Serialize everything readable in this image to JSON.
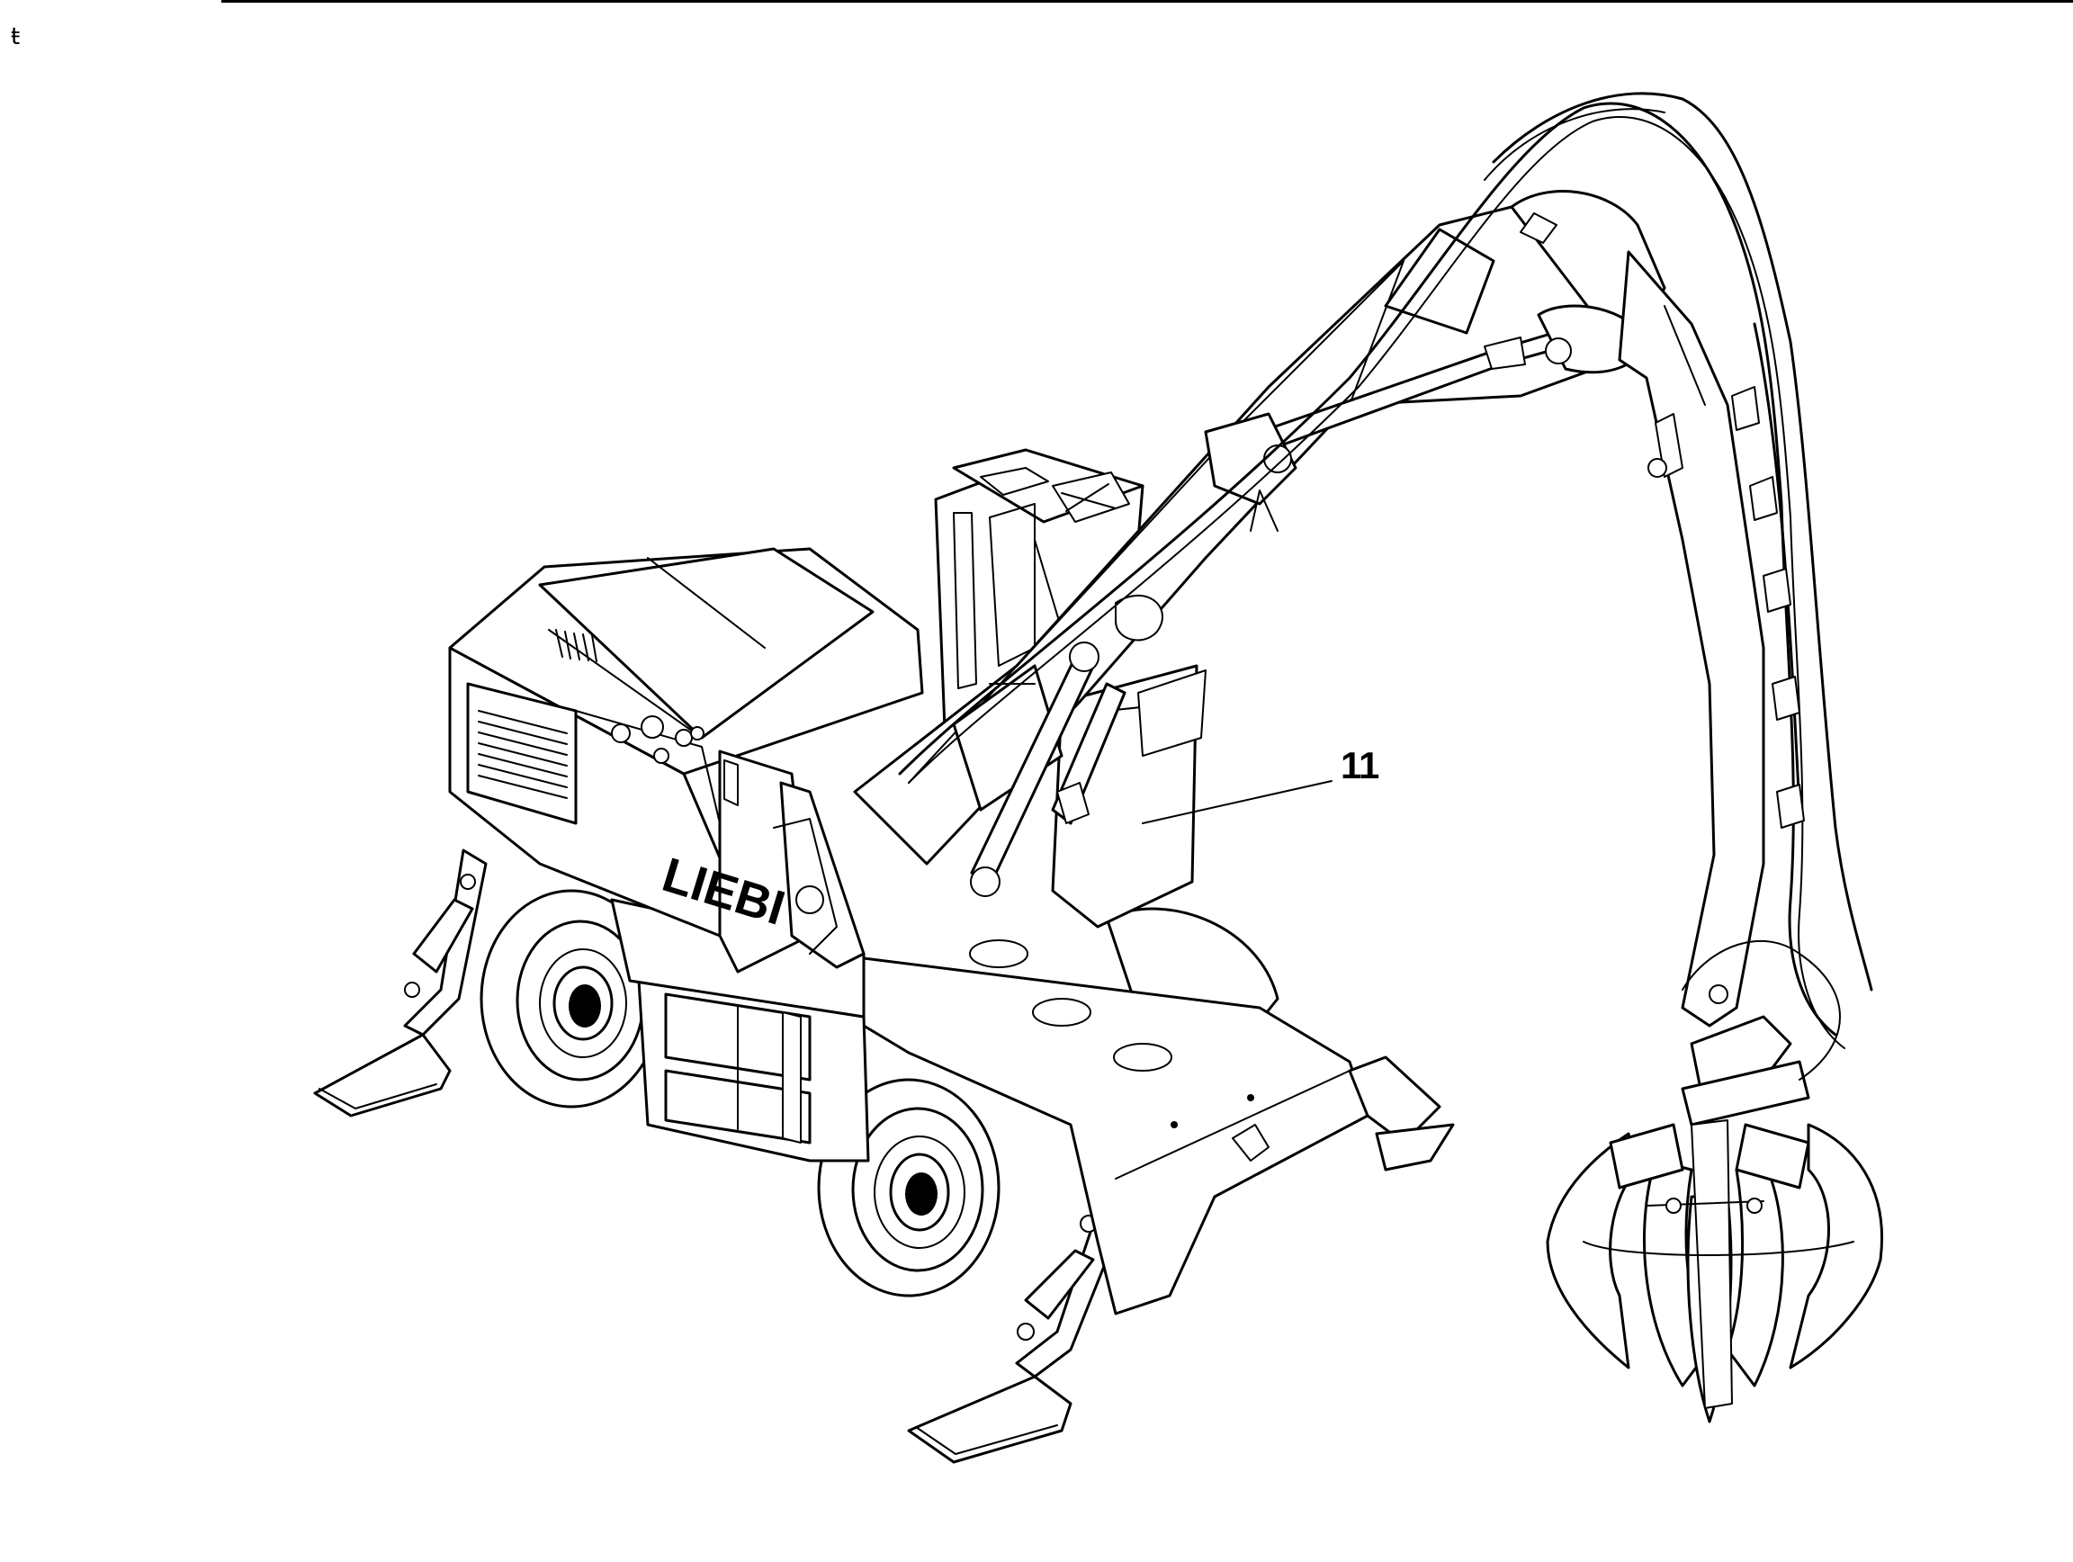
{
  "figure": {
    "callout_number": "11",
    "brand_lettering": "LIEBI",
    "corner_mark": "ŧ"
  }
}
